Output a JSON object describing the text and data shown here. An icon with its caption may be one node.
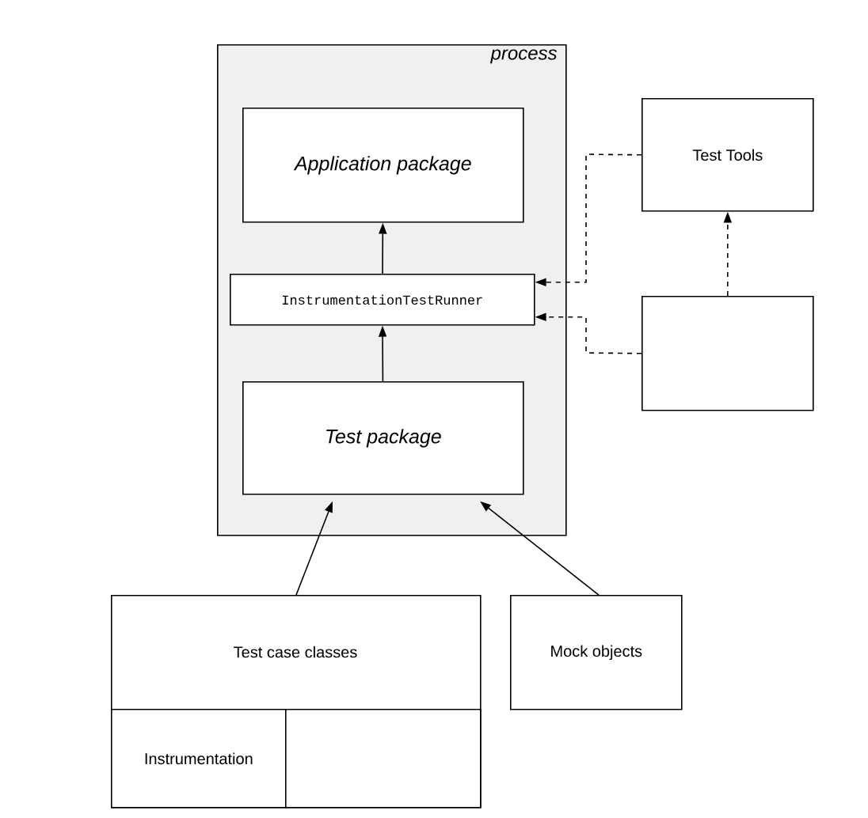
{
  "diagram": {
    "nodes": [
      {
        "text": [
          "process"
        ]
      },
      {
        "text": [
          "Application package"
        ],
        "in": 0
      },
      {
        "text": [
          "InstrumentationTestRunner"
        ],
        "in": 0
      },
      {
        "text": [
          "Test package"
        ],
        "in": 0
      },
      {
        "text": [
          "Test Tools"
        ]
      },
      {
        "text": [],
        "shape": "box"
      },
      {
        "text": [
          "Test case classes"
        ]
      },
      {
        "text": [
          "Instrumentation"
        ],
        "in": 6
      },
      {
        "text": [],
        "shape": "box",
        "in": 6
      },
      {
        "text": [
          "Mock objects"
        ]
      }
    ],
    "edges": [
      {
        "from": 3,
        "to": 2,
        "arrow": "to"
      },
      {
        "from": 2,
        "to": 1,
        "arrow": "to"
      },
      {
        "from": 4,
        "to": 2,
        "arrow": "to",
        "style": "dashed"
      },
      {
        "from": 5,
        "to": 2,
        "arrow": "to",
        "style": "dashed"
      },
      {
        "from": 5,
        "to": 4,
        "arrow": "to",
        "style": "dashed"
      },
      {
        "from": 6,
        "to": 3,
        "arrow": "to"
      },
      {
        "from": 9,
        "to": 3,
        "arrow": "to"
      }
    ]
  }
}
